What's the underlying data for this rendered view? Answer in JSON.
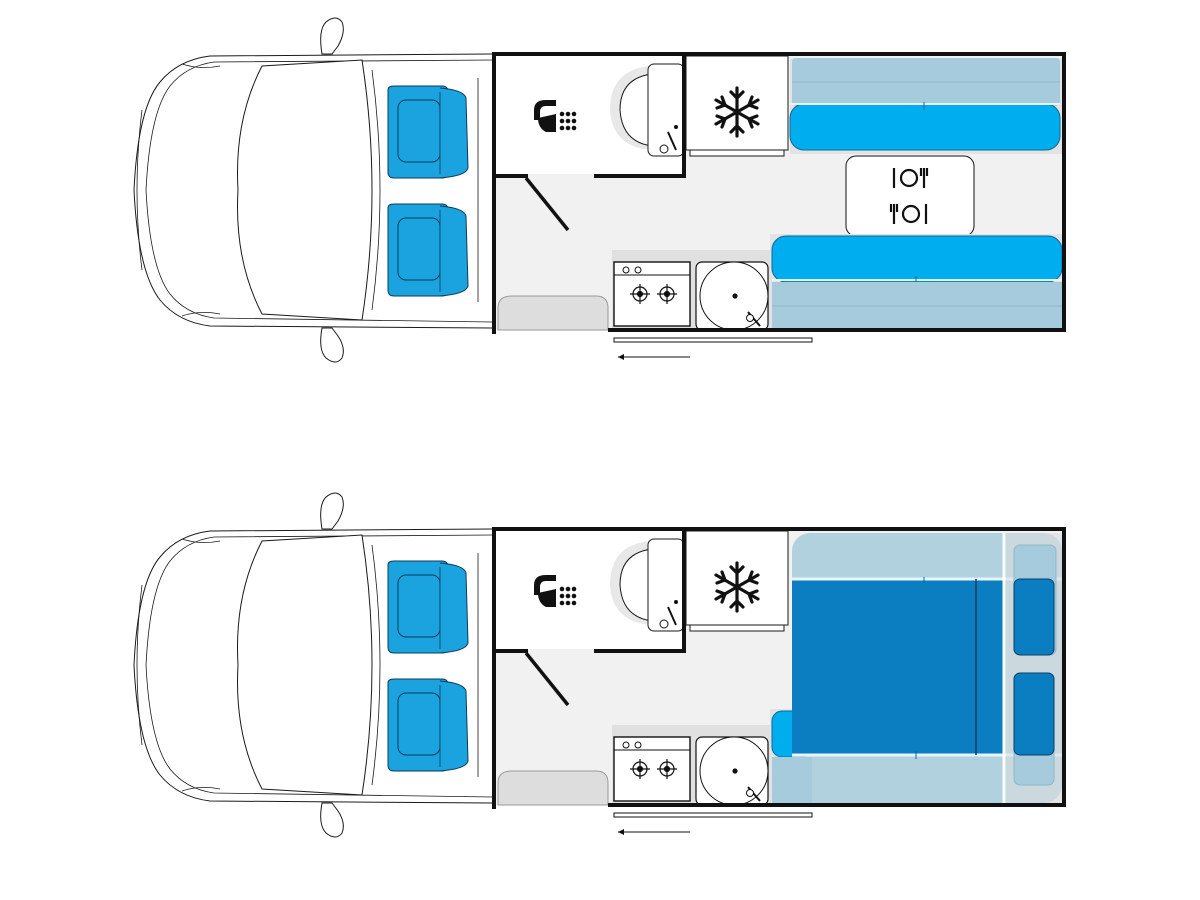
{
  "diagram": {
    "layouts": [
      {
        "id": "day",
        "mode": "day-layout",
        "table_icon": "dining-table-icon",
        "features": [
          "shower-icon",
          "washbasin",
          "fridge-icon",
          "cooktop-two-burner",
          "kitchen-sink",
          "sliding-door",
          "bench-seats",
          "dining-table"
        ]
      },
      {
        "id": "night",
        "mode": "night-layout",
        "features": [
          "shower-icon",
          "washbasin",
          "fridge-icon",
          "cooktop-two-burner",
          "kitchen-sink",
          "sliding-door",
          "double-bed"
        ]
      }
    ],
    "colors": {
      "seat": "#1aa3de",
      "seat_dark": "#0b7fb8",
      "bench": "#00adef",
      "cushion_light": "#a6cbdc",
      "bed": "#0b7dc1",
      "floor": "#f1f1f1",
      "wall": "#111111",
      "fitting_grey": "#e6e6e6"
    }
  }
}
